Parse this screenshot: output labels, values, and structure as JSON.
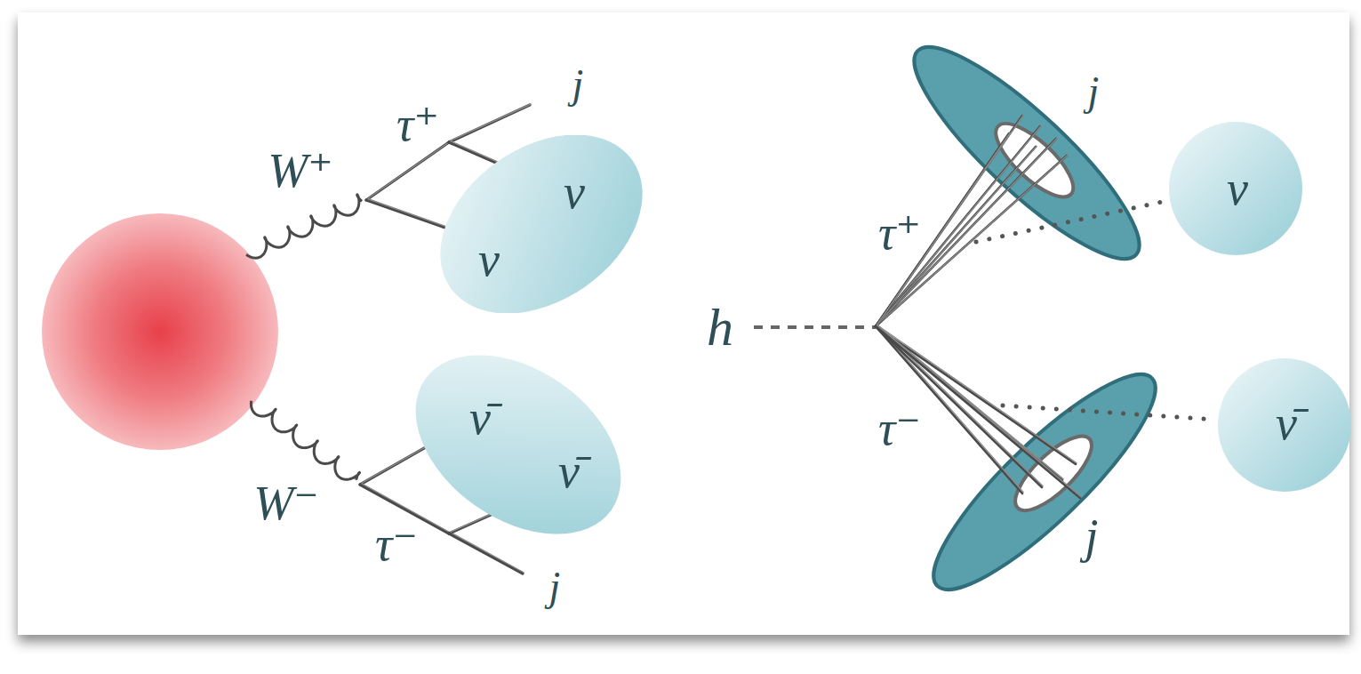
{
  "diagram": {
    "nodes": [
      {
        "text": [
          "ν",
          "ν"
        ]
      },
      {
        "text": [
          "ν̄",
          "ν̄"
        ]
      },
      {
        "text": [
          "ν"
        ]
      },
      {
        "text": [
          "ν̄"
        ]
      }
    ],
    "labels": [
      "W⁺",
      "τ⁺",
      "j",
      "W⁻",
      "τ⁻",
      "j",
      "h",
      "τ⁺",
      "j",
      "τ⁻",
      "j"
    ]
  }
}
